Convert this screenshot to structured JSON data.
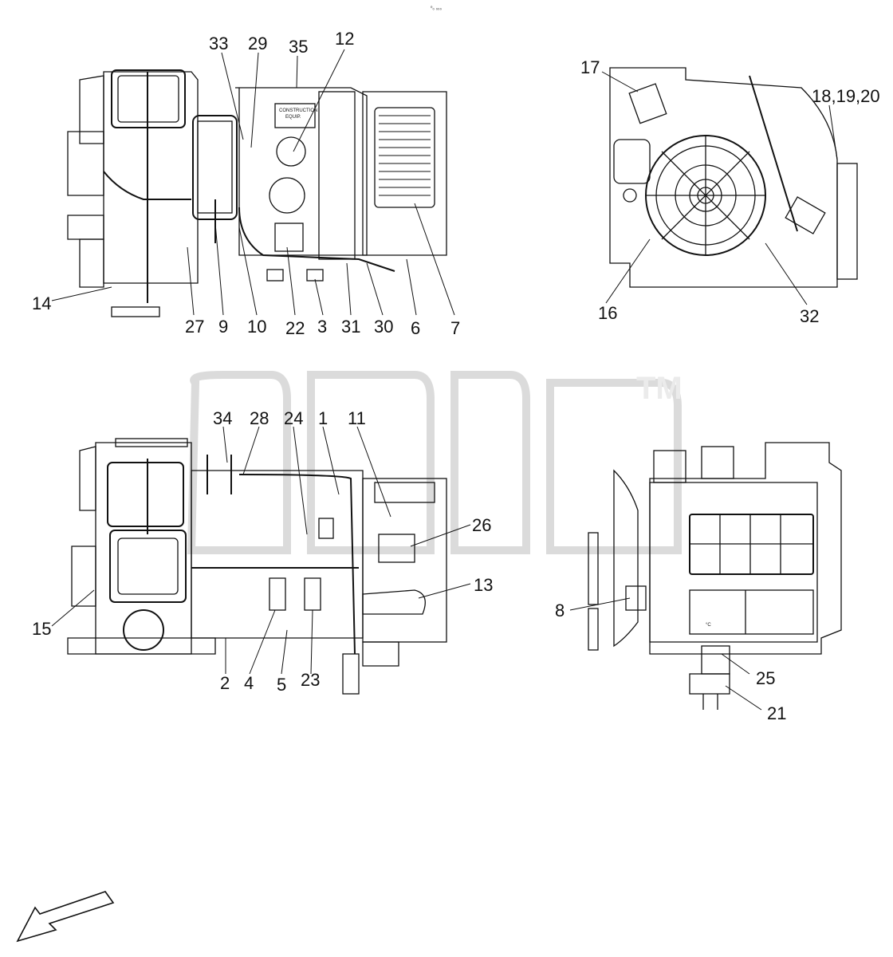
{
  "header": {
    "mark": "⁰₀ ₀₀₀"
  },
  "watermark": {
    "tm": "TM"
  },
  "plate": {
    "line1": "CONSTRUCTION",
    "line2": "EQUIP."
  },
  "panel_br": {
    "degree": "°C"
  },
  "callouts": {
    "c1": "1",
    "c2": "2",
    "c3": "3",
    "c4": "4",
    "c5": "5",
    "c6": "6",
    "c7": "7",
    "c8": "8",
    "c9": "9",
    "c10": "10",
    "c11": "11",
    "c12": "12",
    "c13": "13",
    "c14": "14",
    "c15": "15",
    "c16": "16",
    "c17": "17",
    "c18_20": "18,19,20",
    "c21": "21",
    "c22": "22",
    "c23": "23",
    "c24": "24",
    "c25": "25",
    "c26": "26",
    "c27": "27",
    "c28": "28",
    "c29": "29",
    "c30": "30",
    "c31": "31",
    "c32": "32",
    "c33": "33",
    "c34": "34",
    "c35": "35"
  },
  "icons": {
    "direction": "arrow-icon"
  }
}
